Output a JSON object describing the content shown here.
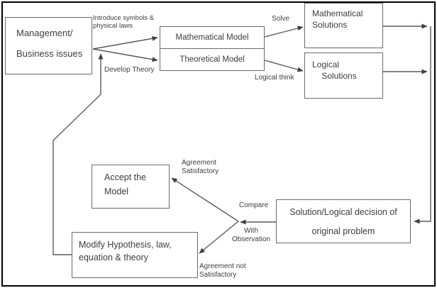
{
  "diagram": {
    "title": "Mathematical modelling process flowchart",
    "boxes": {
      "management": {
        "text": "Management/\nBusiness issues"
      },
      "mathematical_model": {
        "text": "Mathematical Model"
      },
      "theoretical_model": {
        "text": "Theoretical Model"
      },
      "mathematical_solutions": {
        "text": "Mathematical\nSolutions"
      },
      "logical_solutions": {
        "text": "Logical\n    Solutions"
      },
      "accept_model": {
        "text": "Accept the\nModel"
      },
      "solution_decision": {
        "text": "Solution/Logical decision of\noriginal problem"
      },
      "modify_hypothesis": {
        "text": "Modify Hypothesis, law,\nequation & theory"
      }
    },
    "labels": {
      "introduce_symbols": "Introduce symbols &\nphysical laws",
      "develop_theory": "Develop Theory",
      "solve": "Solve",
      "logical_think": "Logical think",
      "agreement_satisfactory": "Agreement\nSatisfactory",
      "compare": "Compare",
      "with_observation": "With\nObservation",
      "agreement_not_satisfactory": "Agreement not\nSatisfactory"
    },
    "colors": {
      "background": "#ffffff",
      "frame_border": "#000000",
      "box_border": "#6a6a6a",
      "connector": "#5a5a5a",
      "arrowhead": "#3f3f3f",
      "text": "#3d3d3d"
    }
  }
}
